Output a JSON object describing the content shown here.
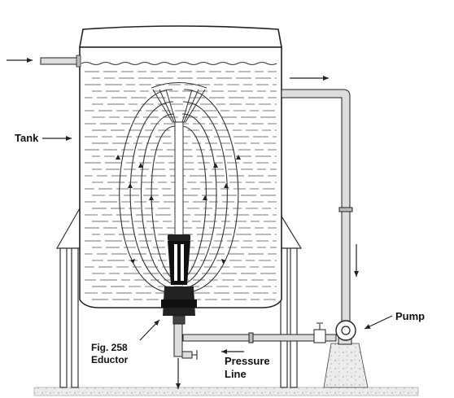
{
  "labels": {
    "tank": "Tank",
    "pump": "Pump",
    "eductor_line1": "Fig. 258",
    "eductor_line2": "Eductor",
    "pressure_line1": "Pressure",
    "pressure_line2": "Line"
  },
  "colors": {
    "line": "#222222",
    "pipe_fill": "#d8d8d8",
    "eductor": "#111111",
    "ground": "#e6e6e6"
  }
}
